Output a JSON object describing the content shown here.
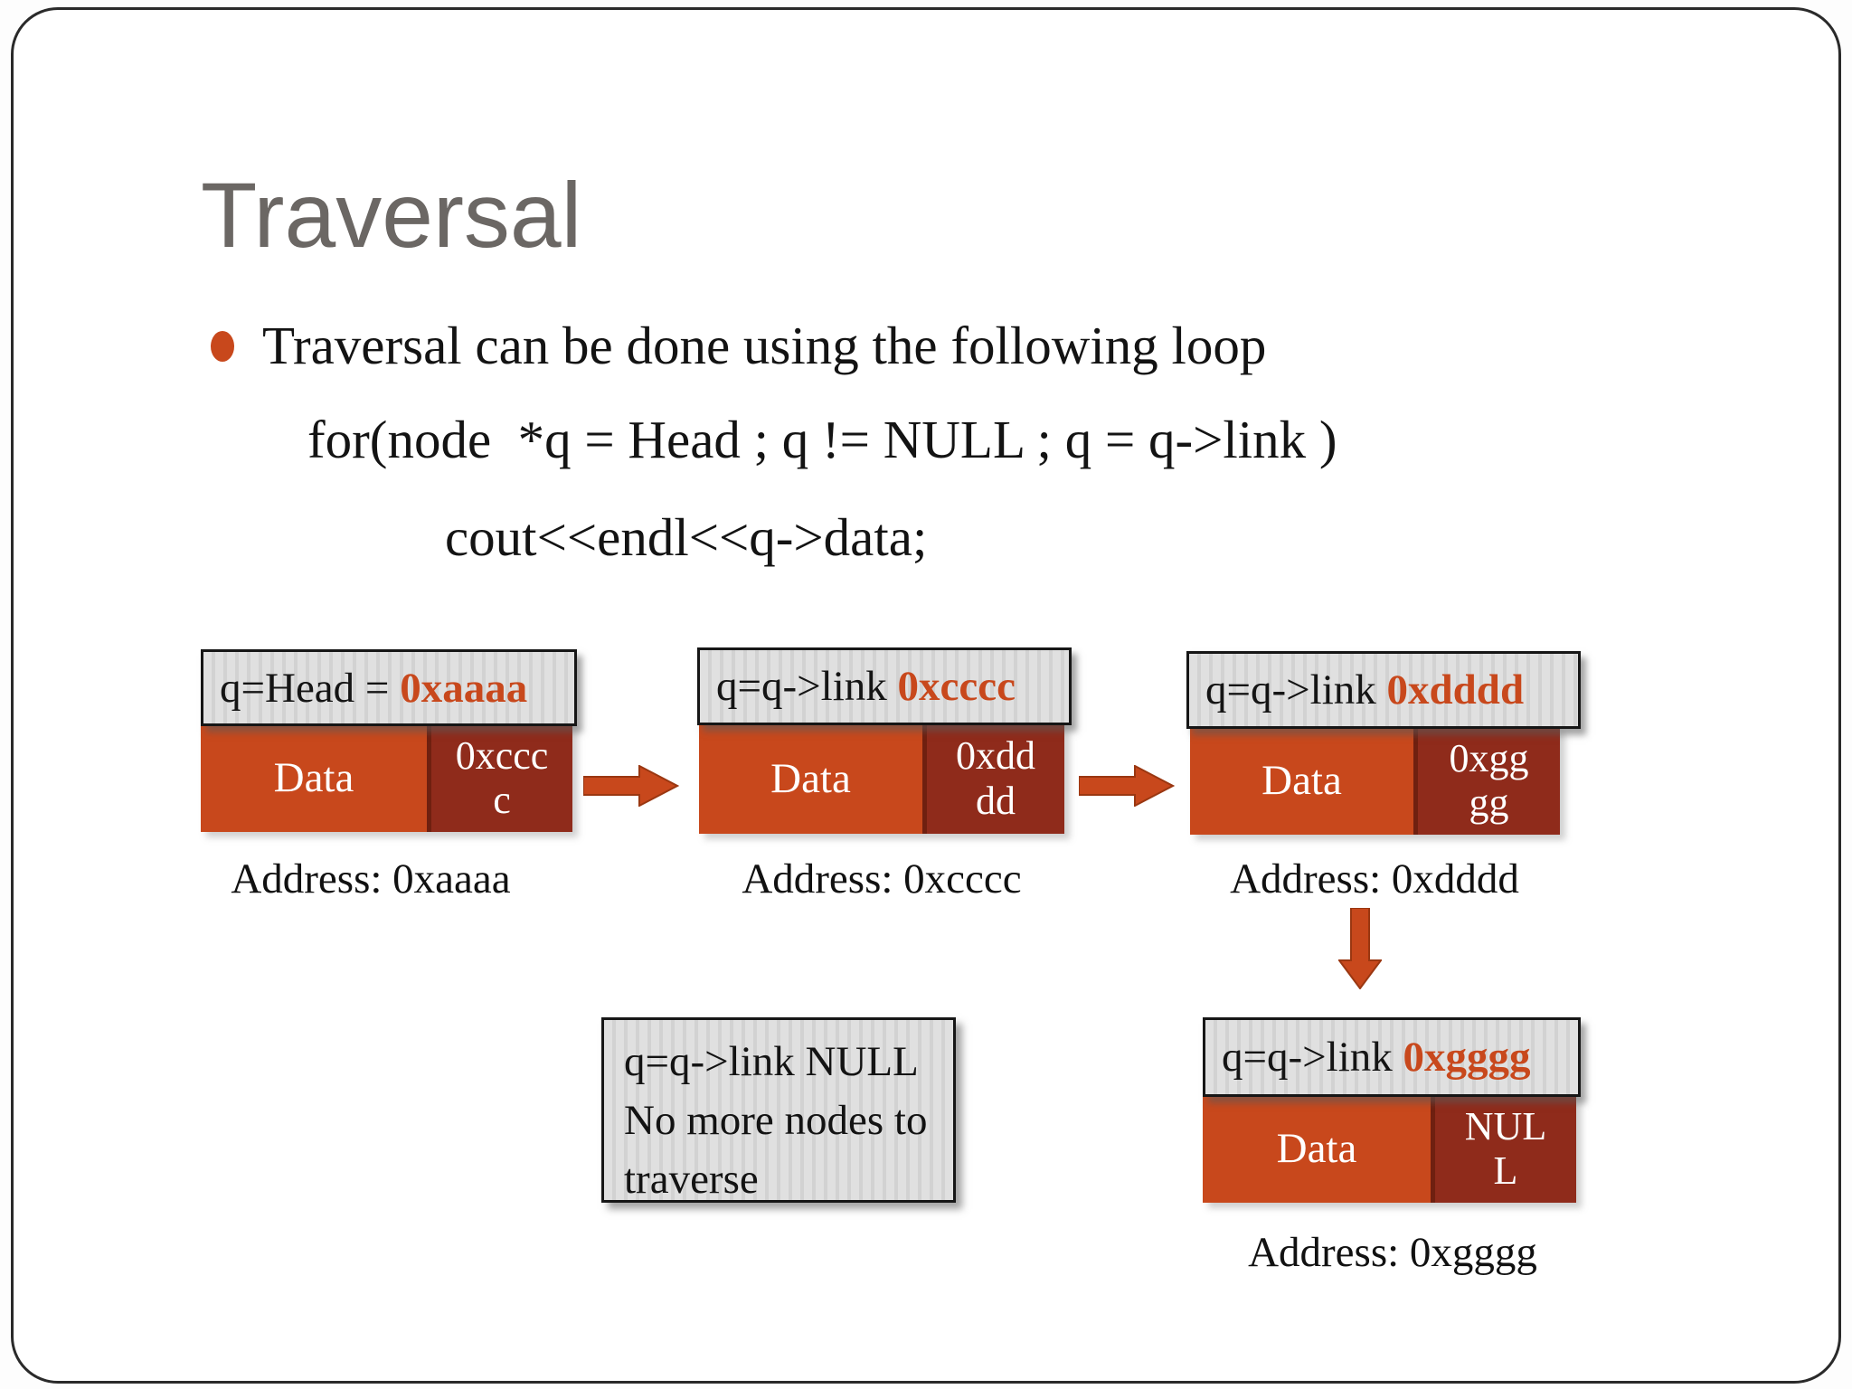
{
  "title": "Traversal",
  "bullet": {
    "text": "Traversal can be done using the following loop"
  },
  "code": {
    "line1": "for(node  *q = Head ; q != NULL ; q = q->link )",
    "line2": "cout<<endl<<q->data;"
  },
  "nodes": [
    {
      "header_plain": "q=Head = ",
      "header_addr": "0xaaaa",
      "data_label": "Data",
      "link_label": "0xcccc",
      "caption": "Address: 0xaaaa"
    },
    {
      "header_plain": "q=q->link ",
      "header_addr": "0xcccc",
      "data_label": "Data",
      "link_label": "0xdddd",
      "caption": "Address: 0xcccc"
    },
    {
      "header_plain": "q=q->link ",
      "header_addr": "0xdddd",
      "data_label": "Data",
      "link_label": "0xgggg",
      "caption": "Address: 0xdddd"
    },
    {
      "header_plain": "q=q->link ",
      "header_addr": "0xgggg",
      "data_label": "Data",
      "link_label": "NULL",
      "caption": "Address: 0xgggg"
    }
  ],
  "note": {
    "line1": "q=q->link NULL",
    "line2": "No more nodes to traverse"
  },
  "colors": {
    "accent_orange": "#c8481c",
    "dark_red": "#8f2b1b",
    "header_gray": "#dcdcdc",
    "title_gray": "#6b6764"
  }
}
